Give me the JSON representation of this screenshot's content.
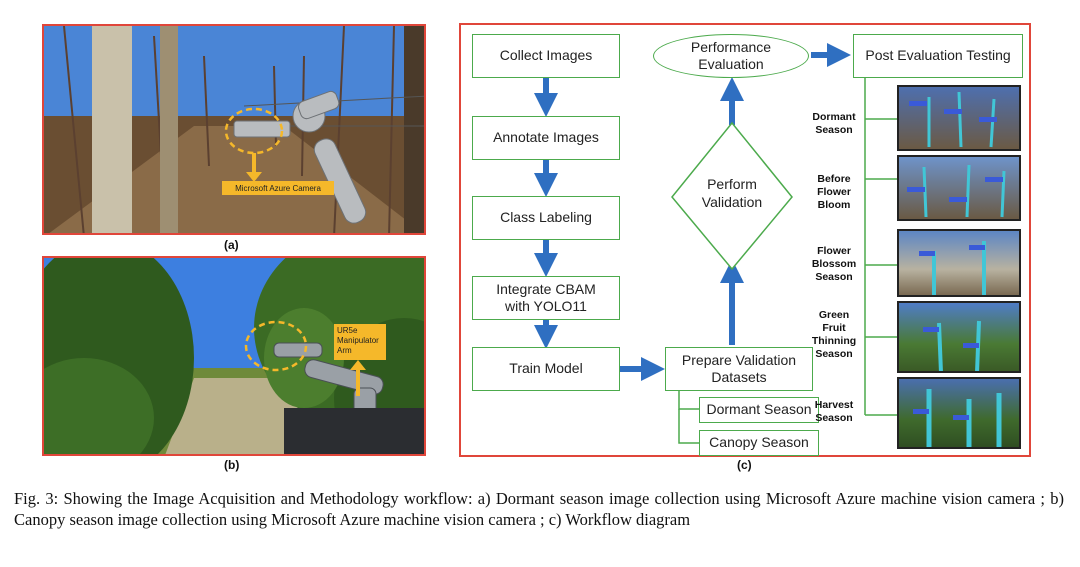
{
  "panels": {
    "a": {
      "label": "(a)",
      "callout": "Microsoft Azure Camera",
      "colors": {
        "sky": "#3b73c9",
        "ground": "#6a4e32",
        "callout": "#f5b82a"
      }
    },
    "b": {
      "label": "(b)",
      "callout": "UR5e Manipulator Arm",
      "colors": {
        "sky": "#2f6fd0",
        "foliage": "#2f5a1e",
        "callout": "#f5b82a"
      }
    },
    "c": {
      "label": "(c)",
      "nodes": {
        "collect": "Collect Images",
        "annotate": "Annotate Images",
        "class_labeling": "Class Labeling",
        "integrate": "Integrate CBAM with YOLO11",
        "train": "Train Model",
        "prepare": "Prepare Validation Datasets",
        "dormant_season": "Dormant Season",
        "canopy_season": "Canopy Season",
        "perform_validation": "Perform Validation",
        "performance_evaluation": "Performance Evaluation",
        "post_eval": "Post Evaluation Testing"
      },
      "seasons": [
        "Dormant Season",
        "Before Flower Bloom",
        "Flower Blossom Season",
        "Green Fruit Thinning Season",
        "Harvest Season"
      ],
      "colors": {
        "box_border": "#4caa4c",
        "arrow": "#2f6fc1",
        "frame": "#e0463a"
      }
    }
  },
  "caption": "Fig. 3: Showing the Image Acquisition and Methodology workflow: a) Dormant season image collection using Microsoft Azure machine vision camera ; b) Canopy season image collection using Microsoft Azure machine vision camera ; c) Workflow diagram"
}
